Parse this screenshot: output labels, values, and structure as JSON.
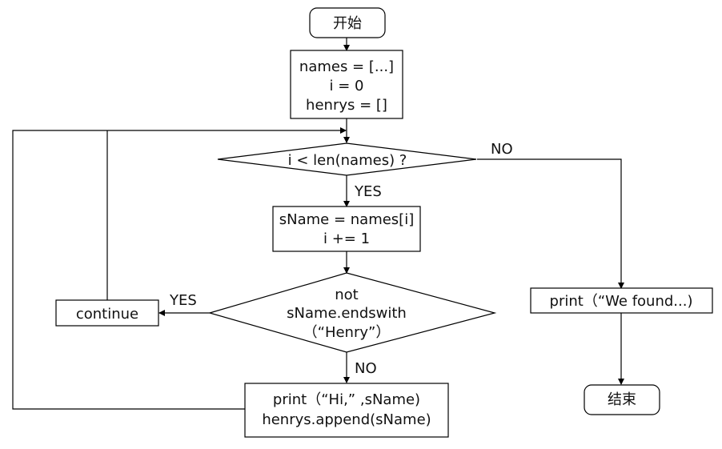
{
  "flowchart": {
    "start": "开始",
    "init": [
      "names = [...]",
      "i = 0",
      "henrys = []"
    ],
    "loop_condition": "i < len(names) ?",
    "loop_body": [
      "sName = names[i]",
      "i += 1"
    ],
    "check_condition": [
      "not",
      "sName.endswith",
      "（“Henry”）"
    ],
    "continue": "continue",
    "append_step": [
      "print（“Hi,” ,sName)",
      "henrys.append(sName)"
    ],
    "print_found": "print（“We found...)",
    "end": "结束",
    "labels": {
      "loop_yes": "YES",
      "loop_no": "NO",
      "check_yes": "YES",
      "check_no": "NO"
    }
  }
}
